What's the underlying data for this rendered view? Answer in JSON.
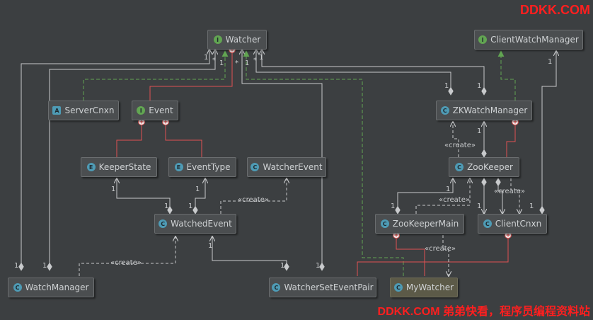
{
  "nodes": {
    "watcher": {
      "label": "Watcher",
      "icon": "I"
    },
    "client_watch_manager": {
      "label": "ClientWatchManager",
      "icon": "I"
    },
    "server_cnxn": {
      "label": "ServerCnxn",
      "icon": "A"
    },
    "event": {
      "label": "Event",
      "icon": "I"
    },
    "zk_watch_manager": {
      "label": "ZKWatchManager",
      "icon": "C"
    },
    "keeper_state": {
      "label": "KeeperState",
      "icon": "E"
    },
    "event_type": {
      "label": "EventType",
      "icon": "E"
    },
    "watcher_event": {
      "label": "WatcherEvent",
      "icon": "C"
    },
    "zookeeper": {
      "label": "ZooKeeper",
      "icon": "C"
    },
    "watched_event": {
      "label": "WatchedEvent",
      "icon": "C"
    },
    "zookeeper_main": {
      "label": "ZooKeeperMain",
      "icon": "C"
    },
    "client_cnxn": {
      "label": "ClientCnxn",
      "icon": "C"
    },
    "watch_manager": {
      "label": "WatchManager",
      "icon": "C"
    },
    "watcher_set_event_pair": {
      "label": "WatcherSetEventPair",
      "icon": "C"
    },
    "my_watcher": {
      "label": "MyWatcher",
      "icon": "C"
    }
  },
  "edge_labels": {
    "create": "«create»",
    "one": "1",
    "many": "*"
  },
  "watermark": {
    "top": "DDKK.COM",
    "bottom": "DDKK.COM 弟弟快看，程序员编程资料站"
  },
  "colors": {
    "background": "#3c3f41",
    "association": "#c8cacc",
    "inheritance": "#62a552",
    "inner_class": "#e05252",
    "watermark": "#ff1f1f"
  }
}
